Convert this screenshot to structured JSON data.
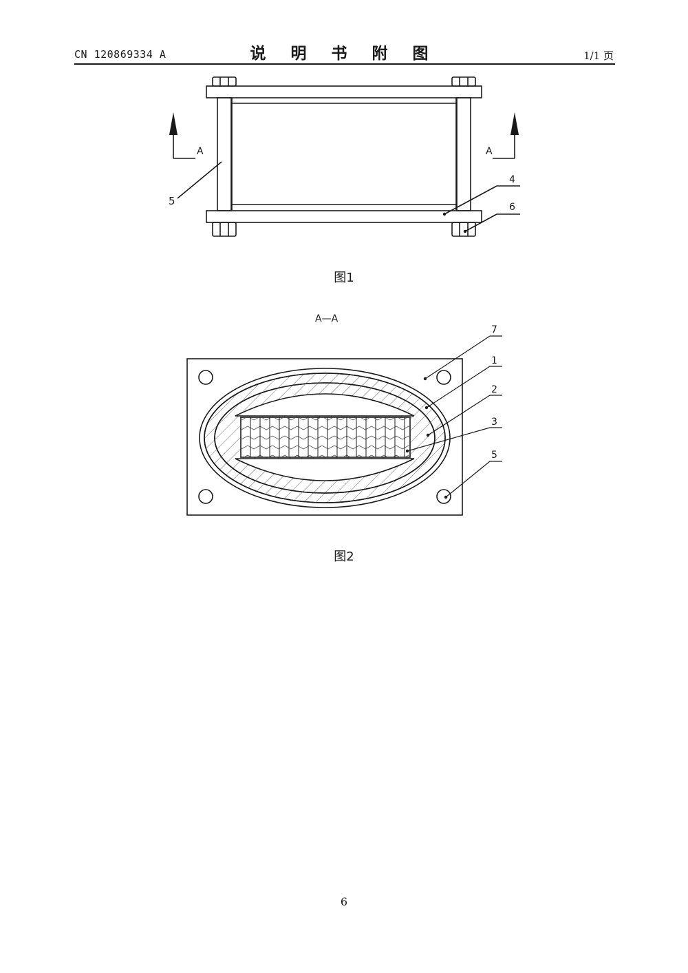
{
  "header": {
    "doc_number": "CN 120869334 A",
    "title": "说 明 书 附 图",
    "page_of": "1/1 页"
  },
  "figure1": {
    "caption": "图1",
    "section_left": "A",
    "section_right": "A",
    "callouts": [
      "5",
      "4",
      "6"
    ]
  },
  "figure2": {
    "section_title": "A—A",
    "caption": "图2",
    "callouts": [
      "7",
      "1",
      "2",
      "3",
      "5"
    ]
  },
  "footer": {
    "page_number": "6"
  }
}
